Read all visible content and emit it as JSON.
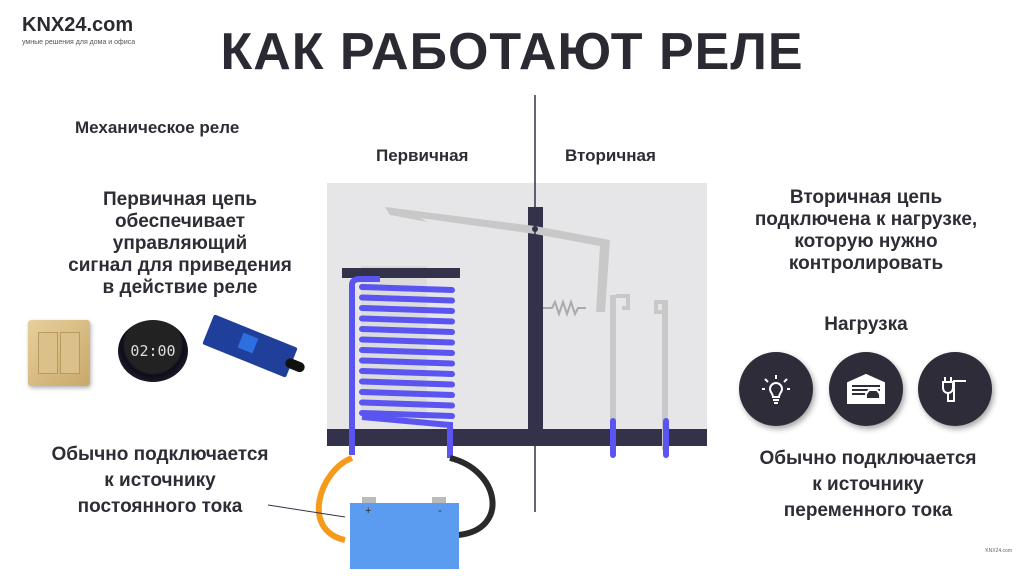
{
  "logo": {
    "name": "KNX24.com",
    "tagline": "умные решения для дома и офиса"
  },
  "title": "КАК РАБОТАЮТ РЕЛЕ",
  "subtitle": "Механическое реле",
  "diagram": {
    "primary_label": "Первичная",
    "secondary_label": "Вторичная",
    "battery_plus": "+",
    "battery_minus": "-"
  },
  "left": {
    "description": "Первичная цепь\nобеспечивает\nуправляющий\nсигнал для приведения\nв действие реле",
    "devices": [
      "wall-switch",
      "digital-timer",
      "ir-sensor-module"
    ],
    "source_note": "Обычно подключается\nк источнику\nпостоянного тока"
  },
  "right": {
    "description": "Вторичная цепь\nподключена к нагрузке,\nкоторую нужно\nконтролировать",
    "load_heading": "Нагрузка",
    "load_icons": [
      "light-bulb-icon",
      "garage-icon",
      "plug-icon"
    ],
    "source_note": "Обычно подключается\nк источнику\nпеременного тока"
  },
  "watermark": "KNX24.com",
  "colors": {
    "coil": "#5a55f0",
    "dark": "#34324a",
    "battery": "#5b9bf0",
    "wire_plus": "#f59a1b",
    "wire_minus": "#2a2a2a",
    "panel": "#e6e6e8"
  }
}
